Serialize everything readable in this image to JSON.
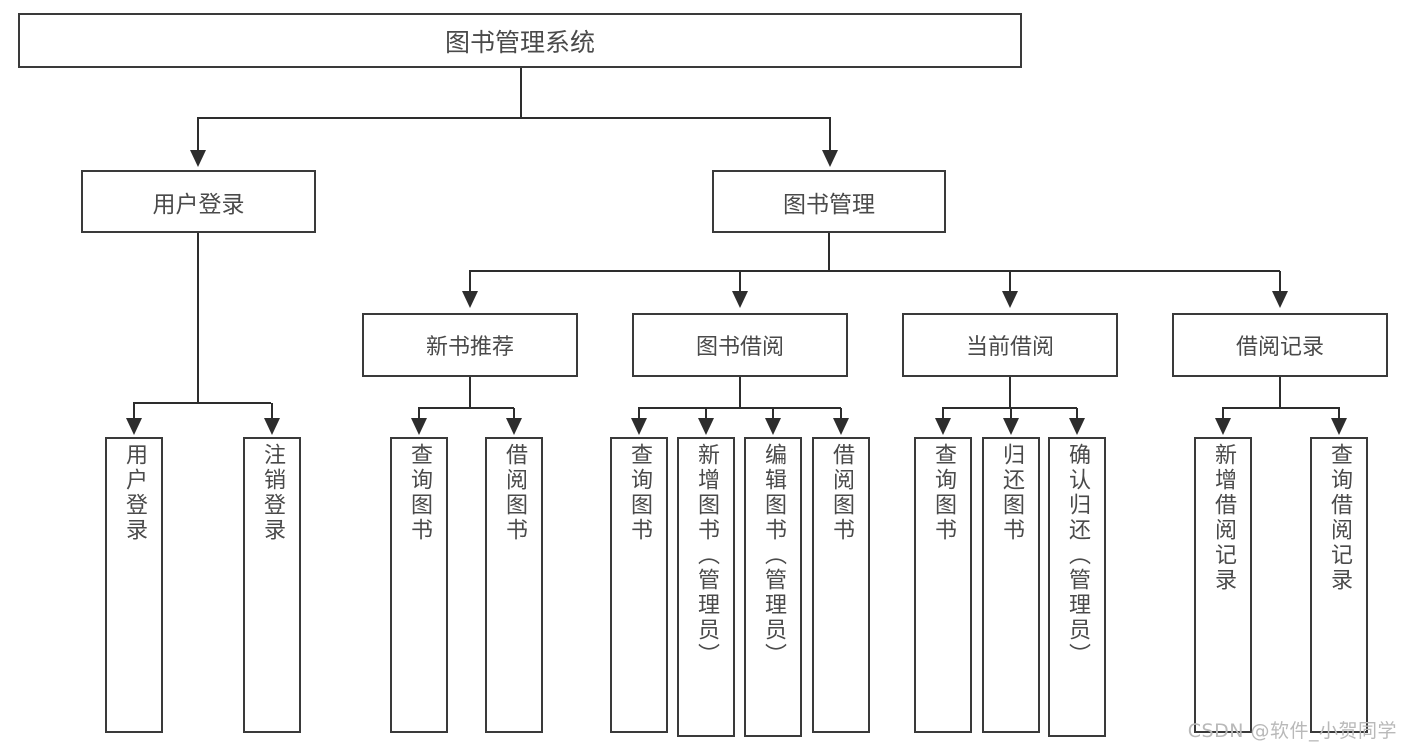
{
  "diagram": {
    "title": "图书管理系统",
    "type": "hierarchy-tree",
    "root": {
      "label": "图书管理系统"
    },
    "level2": [
      {
        "label": "用户登录"
      },
      {
        "label": "图书管理"
      }
    ],
    "level3": [
      {
        "label": "新书推荐"
      },
      {
        "label": "图书借阅"
      },
      {
        "label": "当前借阅"
      },
      {
        "label": "借阅记录"
      }
    ],
    "leaves": {
      "user_login": [
        {
          "label": "用户登录"
        },
        {
          "label": "注销登录"
        }
      ],
      "new_book_recommend": [
        {
          "label": "查询图书"
        },
        {
          "label": "借阅图书"
        }
      ],
      "book_borrow": [
        {
          "label": "查询图书"
        },
        {
          "label": "新增图书（管理员）"
        },
        {
          "label": "编辑图书（管理员）"
        },
        {
          "label": "借阅图书"
        }
      ],
      "current_borrow": [
        {
          "label": "查询图书"
        },
        {
          "label": "归还图书"
        },
        {
          "label": "确认归还（管理员）"
        }
      ],
      "borrow_record": [
        {
          "label": "新增借阅记录"
        },
        {
          "label": "查询借阅记录"
        }
      ]
    }
  },
  "watermark": {
    "text": "CSDN @软件_小贺同学"
  },
  "colors": {
    "line": "#2d2d2d",
    "box_border": "#3a3a3a",
    "text": "#4a4a4a",
    "background": "#ffffff",
    "watermark": "#b9b9b9"
  }
}
